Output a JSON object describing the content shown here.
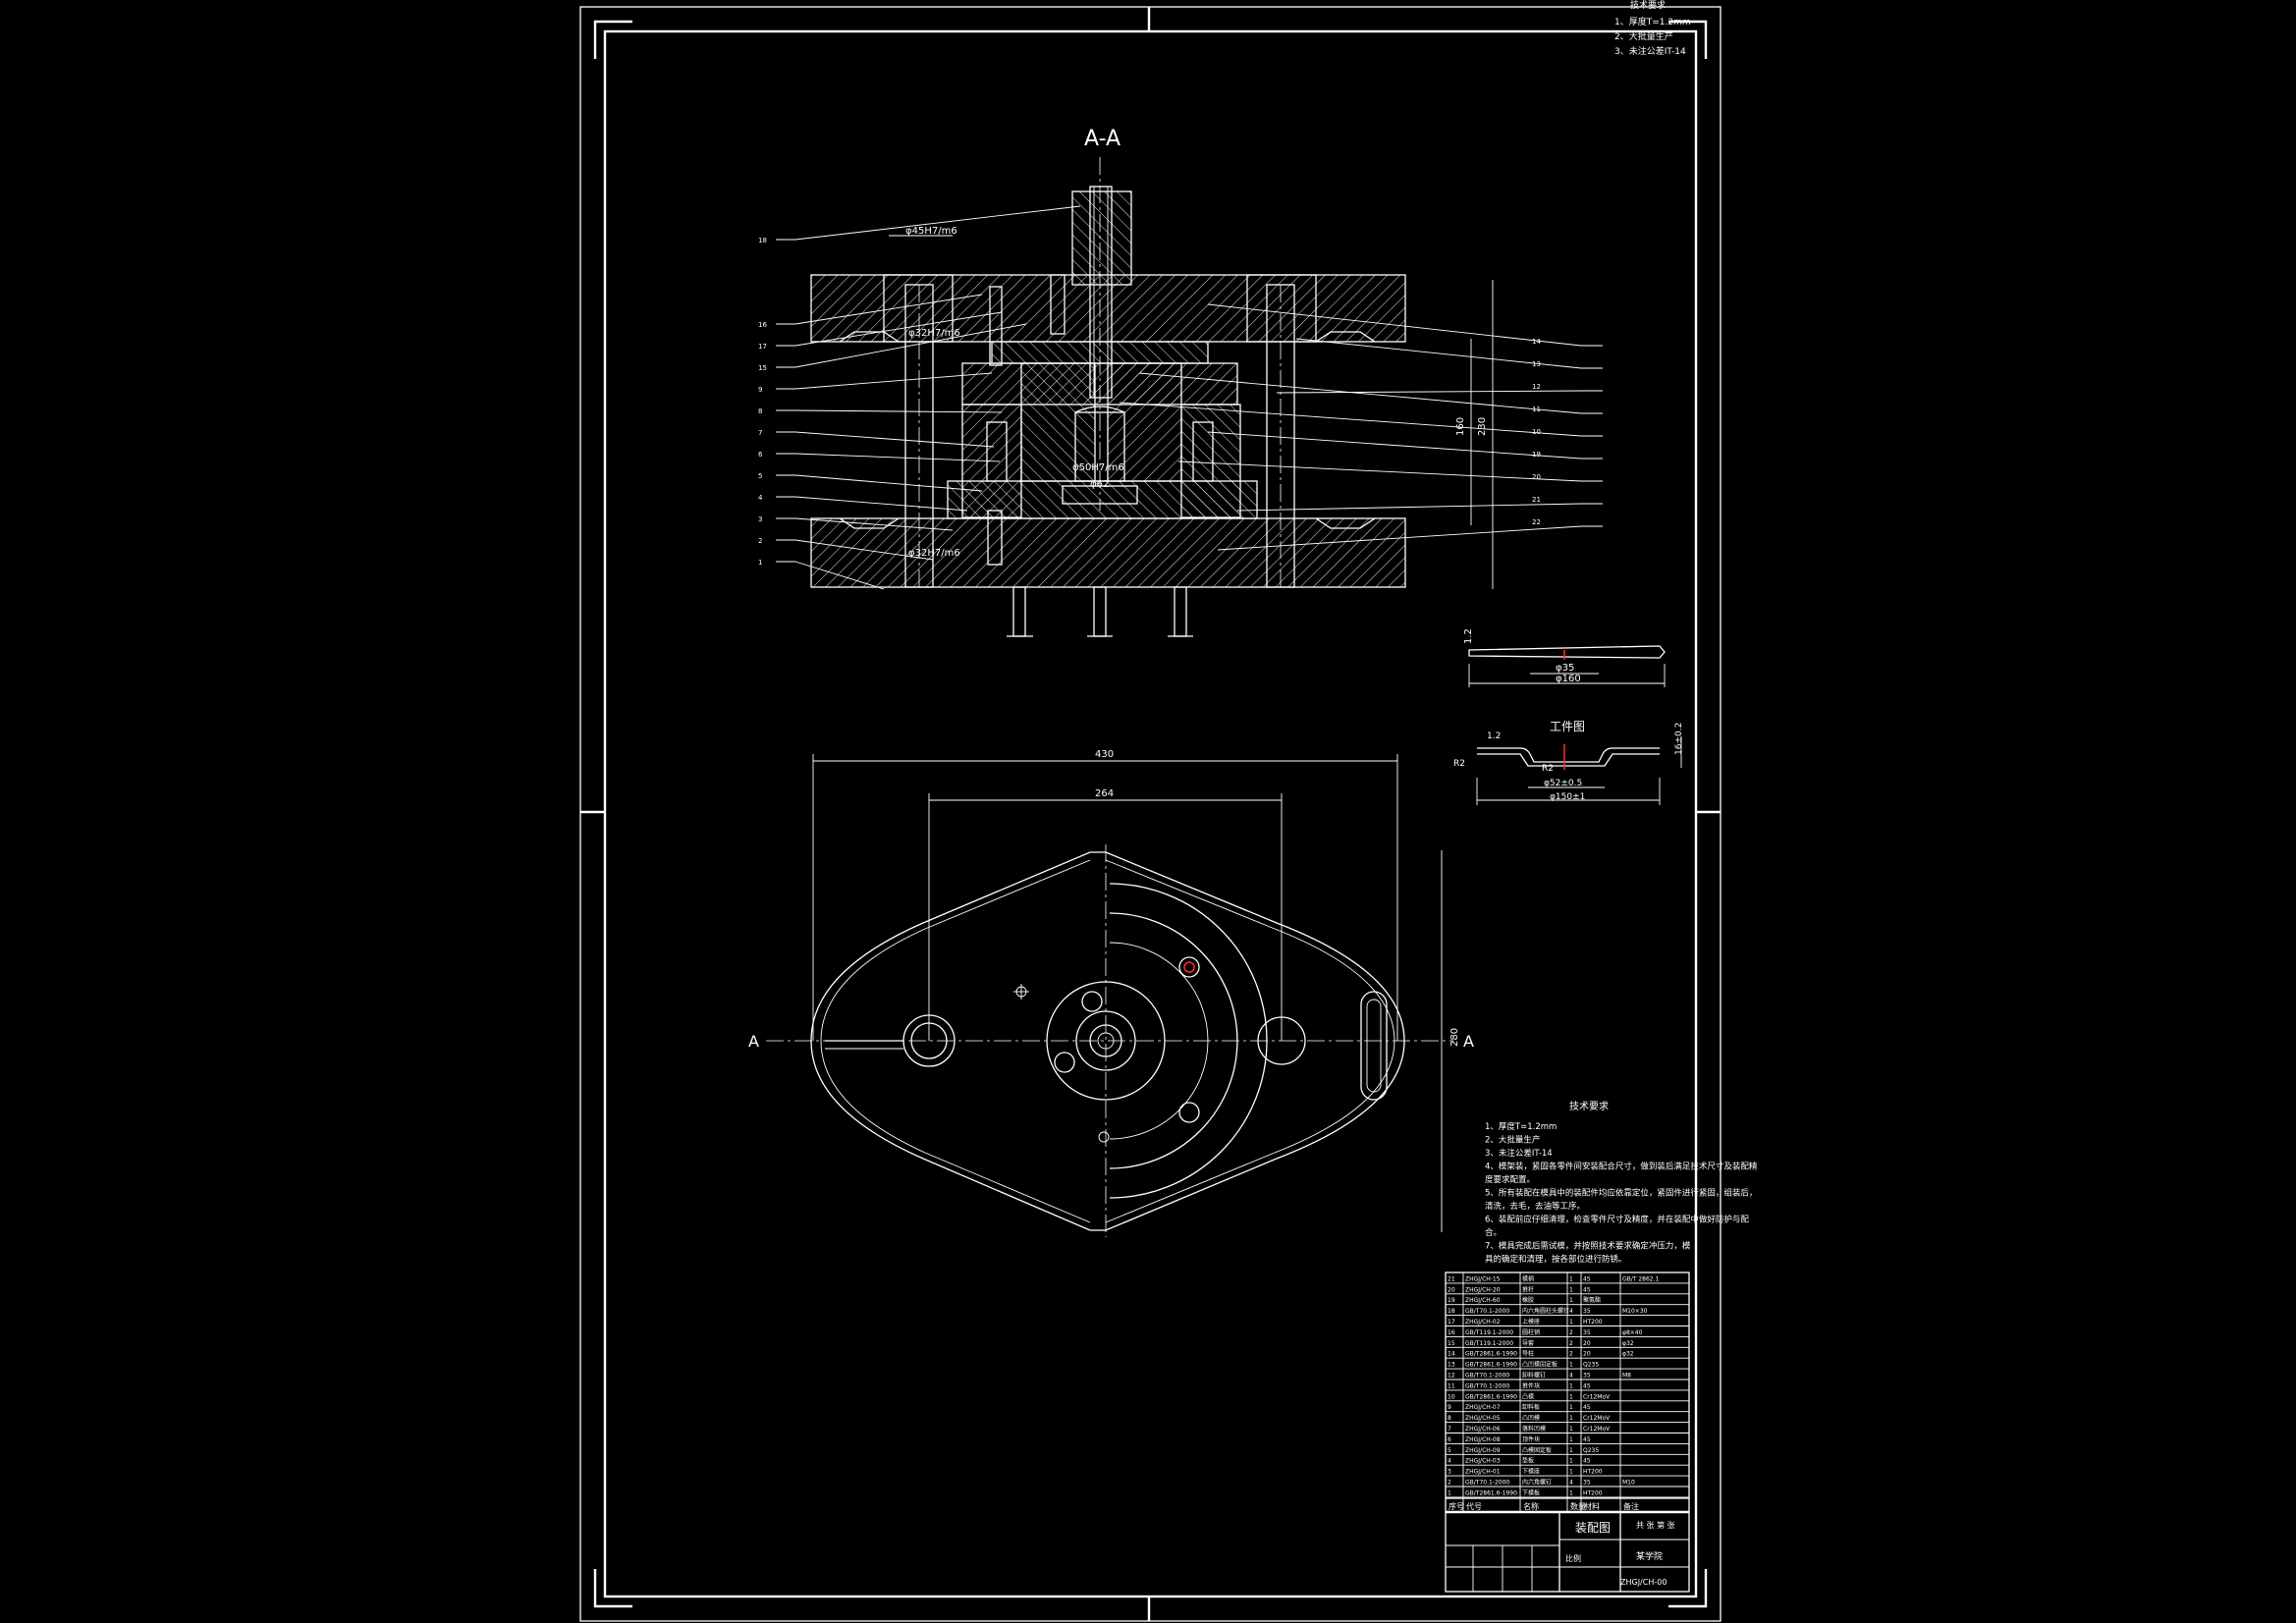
{
  "colors": {
    "background": "#000000",
    "lines": "#ffffff",
    "accent": "#ff2a2a"
  },
  "top_notes": {
    "title": "技术要求",
    "items": [
      "1、厚度T=1.2mm",
      "2、大批量生产",
      "3、未注公差IT-14"
    ]
  },
  "section_label": "A-A",
  "cut_label_left": "A",
  "cut_label_right": "A",
  "section_dims": {
    "d1": "φ45H7/m6",
    "d2": "φ32H7/m6",
    "d3": "φ50H7/m6",
    "d4": "φ62",
    "d5": "φ32H7/m6",
    "h1": "160",
    "h2": "230"
  },
  "part_callouts_left": [
    "18",
    "16",
    "17",
    "15",
    "9",
    "8",
    "7",
    "6",
    "5",
    "4",
    "3",
    "2",
    "1"
  ],
  "part_callouts_right": [
    "14",
    "13",
    "12",
    "11",
    "10",
    "19",
    "20",
    "21",
    "22"
  ],
  "blank_dims": {
    "thickness": "1.2",
    "inner": "φ35",
    "outer": "φ160"
  },
  "workpiece": {
    "title": "工件图",
    "t": "1.2",
    "r": "R2",
    "r2": "R2",
    "inner": "φ52±0.5",
    "outer": "φ150±1",
    "h": "16±0.2"
  },
  "plan_dims": {
    "overall": "430",
    "hole_span": "264",
    "height": "280"
  },
  "tech_req": {
    "title": "技术要求",
    "lines": [
      "1、厚度T=1.2mm",
      "2、大批量生产",
      "3、未注公差IT-14",
      "4、模架装，紧固各零件间安装配合尺寸，做到装后满足技术尺寸及装配精",
      "度要求配置。",
      "5、所有装配在模具中的装配件均应依靠定位，紧固件进行紧固，组装后，",
      "清洗，去毛，去油等工序。",
      "6、装配前应仔细清理，检查零件尺寸及精度，并在装配中做好防护与配",
      "合。",
      "7、模具完成后需试模，并按照技术要求确定冲压力，模",
      "具的确定和清理，按各部位进行防锈。"
    ]
  },
  "bom": {
    "rows": [
      [
        "21",
        "ZHGJ/CH-15",
        "模柄",
        "1",
        "45",
        "GB/T 2862.1"
      ],
      [
        "20",
        "ZHGJ/CH-20",
        "推杆",
        "1",
        "45",
        ""
      ],
      [
        "19",
        "ZHGJ/CH-60",
        "橡胶",
        "1",
        "聚氨酯",
        ""
      ],
      [
        "18",
        "GB/T70.1-2000",
        "内六角圆柱头螺钉",
        "4",
        "35",
        "M10×30"
      ],
      [
        "17",
        "ZHGJ/CH-02",
        "上模座",
        "1",
        "HT200",
        ""
      ],
      [
        "16",
        "GB/T119.1-2000",
        "圆柱销",
        "2",
        "35",
        "φ8×40"
      ],
      [
        "15",
        "GB/T119.1-2000",
        "导套",
        "2",
        "20",
        "φ32"
      ],
      [
        "14",
        "GB/T2861.6-1990",
        "导柱",
        "2",
        "20",
        "φ32"
      ],
      [
        "13",
        "GB/T2861.6-1990",
        "凸凹模固定板",
        "1",
        "Q235",
        ""
      ],
      [
        "12",
        "GB/T70.1-2000",
        "卸料螺钉",
        "4",
        "35",
        "M8"
      ],
      [
        "11",
        "GB/T70.1-2000",
        "推件块",
        "1",
        "45",
        ""
      ],
      [
        "10",
        "GB/T2861.6-1990",
        "凸模",
        "1",
        "Cr12MoV",
        ""
      ],
      [
        "9",
        "ZHGJ/CH-07",
        "卸料板",
        "1",
        "45",
        ""
      ],
      [
        "8",
        "ZHGJ/CH-05",
        "凸凹模",
        "1",
        "Cr12MoV",
        ""
      ],
      [
        "7",
        "ZHGJ/CH-06",
        "落料凹模",
        "1",
        "Cr12MoV",
        ""
      ],
      [
        "6",
        "ZHGJ/CH-08",
        "顶件块",
        "1",
        "45",
        ""
      ],
      [
        "5",
        "ZHGJ/CH-09",
        "凸模固定板",
        "1",
        "Q235",
        ""
      ],
      [
        "4",
        "ZHGJ/CH-03",
        "垫板",
        "1",
        "45",
        ""
      ],
      [
        "3",
        "ZHGJ/CH-01",
        "下模座",
        "1",
        "HT200",
        ""
      ],
      [
        "2",
        "GB/T70.1-2000",
        "内六角螺钉",
        "4",
        "35",
        "M10"
      ],
      [
        "1",
        "GB/T2861.6-1990",
        "下模板",
        "1",
        "HT200",
        ""
      ]
    ],
    "header": [
      "序号",
      "代号",
      "名称",
      "数量",
      "材料",
      "备注"
    ]
  },
  "title_block": {
    "drawing_name": "装配图",
    "company": "某学院",
    "scale_label": "比例",
    "drawing_no": "ZHGJ/CH-00",
    "sheet": "共 张 第 张"
  }
}
